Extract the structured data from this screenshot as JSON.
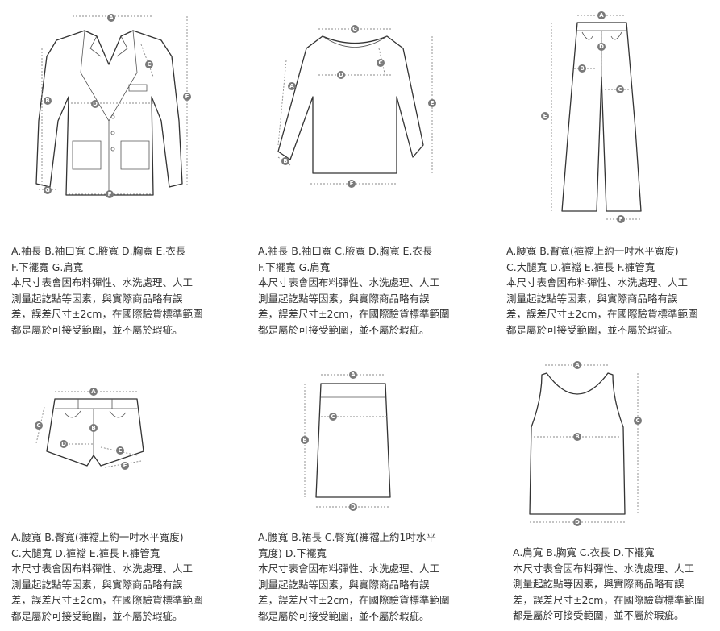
{
  "panels": [
    {
      "name": "jacket",
      "legend": [
        "A.袖長 B.袖口寬 C.腋寬 D.胸寬 E.衣長",
        "F.下襬寬 G.肩寬"
      ],
      "labels": [
        "A",
        "B",
        "C",
        "D",
        "E",
        "F",
        "G"
      ]
    },
    {
      "name": "sweater",
      "legend": [
        "A.袖長 B.袖口寬 C.腋寬 D.胸寬 E.衣長",
        "F.下襬寬 G.肩寬"
      ],
      "labels": [
        "G",
        "A",
        "C",
        "D",
        "E",
        "B",
        "F"
      ]
    },
    {
      "name": "pants",
      "legend": [
        "A.腰寬 B.臀寬(褲襠上約一吋水平寬度)",
        "C.大腿寬 D.褲襠 E.褲長 F.褲管寬"
      ],
      "labels": [
        "A",
        "D",
        "B",
        "C",
        "E",
        "F"
      ]
    },
    {
      "name": "shorts",
      "legend": [
        "A.腰寬 B.臀寬(褲襠上約一吋水平寬度)",
        "C.大腿寬 D.褲襠 E.褲長 F.褲管寬"
      ],
      "labels": [
        "A",
        "C",
        "B",
        "D",
        "E",
        "F"
      ]
    },
    {
      "name": "skirt",
      "legend": [
        "A.腰寬 B.裙長 C.臀寬(褲襠上約1吋水平",
        "寬度) D.下襬寬"
      ],
      "labels": [
        "A",
        "C",
        "B",
        "D"
      ]
    },
    {
      "name": "tank-top",
      "legend": [
        "A.肩寬 B.胸寬 C.衣長 D.下襬寬"
      ],
      "labels": [
        "A",
        "B",
        "C",
        "D"
      ]
    }
  ],
  "disclaimer": [
    "本尺寸表會因布料彈性、水洗處理、人工",
    "測量起訖點等因素，與實際商品略有誤",
    "差，誤差尺寸±2cm，在國際驗貨標準範圍",
    "都是屬於可接受範圍，並不屬於瑕疵。"
  ]
}
